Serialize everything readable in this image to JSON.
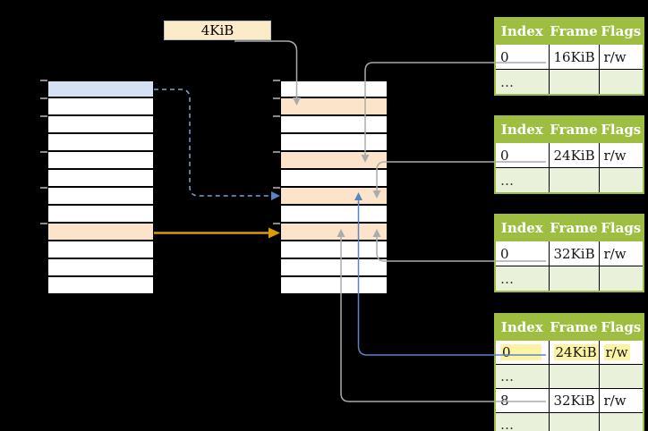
{
  "size_label": "4KiB",
  "left_stack": {
    "rows": 12,
    "highlights": {
      "0": "blue",
      "8": "orange"
    }
  },
  "middle_stack": {
    "rows": 12,
    "highlights": {
      "1": "orange",
      "4": "orange",
      "6": "orange",
      "8": "orange"
    }
  },
  "frame_tables": [
    {
      "headers": [
        "Index",
        "Frame",
        "Flags"
      ],
      "rows": [
        {
          "index": "0",
          "frame": "16KiB",
          "flags": "r/w"
        },
        {
          "index": "…",
          "frame": "",
          "flags": ""
        }
      ]
    },
    {
      "headers": [
        "Index",
        "Frame",
        "Flags"
      ],
      "rows": [
        {
          "index": "0",
          "frame": "24KiB",
          "flags": "r/w"
        },
        {
          "index": "…",
          "frame": "",
          "flags": ""
        }
      ]
    },
    {
      "headers": [
        "Index",
        "Frame",
        "Flags"
      ],
      "rows": [
        {
          "index": "0",
          "frame": "32KiB",
          "flags": "r/w"
        },
        {
          "index": "…",
          "frame": "",
          "flags": ""
        }
      ]
    },
    {
      "headers": [
        "Index",
        "Frame",
        "Flags"
      ],
      "rows": [
        {
          "index": "0",
          "frame": "24KiB",
          "flags": "r/w",
          "highlighted": true
        },
        {
          "index": "…",
          "frame": "",
          "flags": ""
        },
        {
          "index": "8",
          "frame": "32KiB",
          "flags": "r/w"
        },
        {
          "index": "…",
          "frame": "",
          "flags": ""
        }
      ]
    }
  ],
  "colors": {
    "row_blue": "#d4e2f4",
    "row_orange": "#fce4cb",
    "box_fill": "#fcebc9",
    "box_border": "#bfbfbf",
    "header_green": "#9ebe41",
    "table_border_green": "#9ebe41",
    "row_light_green": "#eaf1db",
    "highlight_yellow": "#fcf3a3",
    "gray_line": "#ababab",
    "blue_line": "#5b84c4",
    "blue_dashed": "#7fa0d6",
    "gold_line": "#db9b07",
    "tick_gray": "#8c8c8c"
  }
}
